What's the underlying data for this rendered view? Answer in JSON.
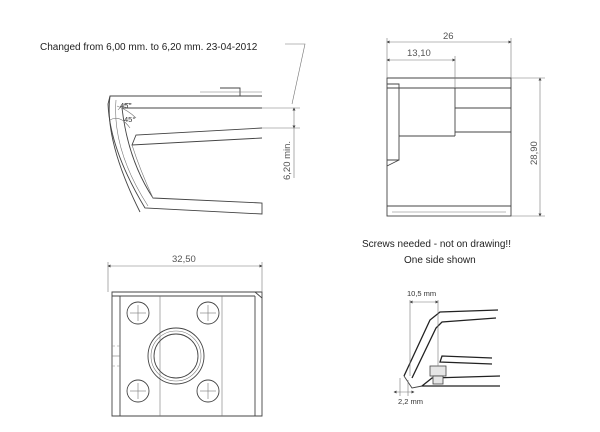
{
  "annotations": {
    "change_note": "Changed from 6,00 mm. to 6,20 mm. 23-04-2012",
    "screws_note": "Screws needed - not on drawing!!",
    "side_note": "One side shown"
  },
  "dimensions": {
    "min_gap": "6,20 min.",
    "angle_a": "45°",
    "angle_b": "45°",
    "width_top": "26",
    "width_partial": "13,10",
    "height_side": "28,90",
    "width_bottom": "32,50",
    "detail_width": "10,5 mm",
    "detail_offset": "2,2 mm"
  }
}
